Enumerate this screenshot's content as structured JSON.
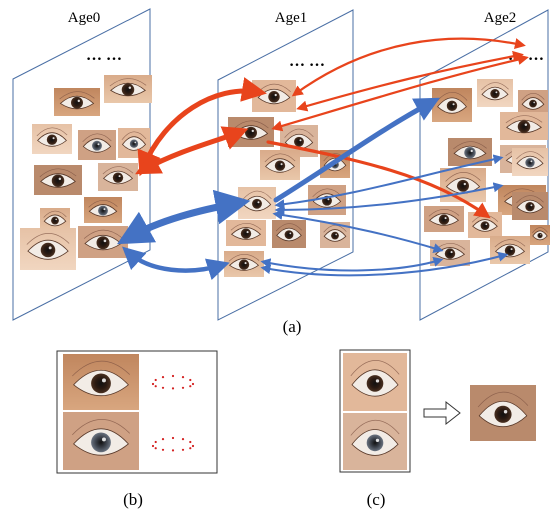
{
  "panel_a": {
    "planes": [
      {
        "label": "Age0",
        "ellipsis": "… …"
      },
      {
        "label": "Age1",
        "ellipsis": "… …"
      },
      {
        "label": "Age2",
        "ellipsis": "… …"
      }
    ],
    "caption": "(a)"
  },
  "panel_b": {
    "caption": "(b)"
  },
  "panel_c": {
    "caption": "(c)"
  },
  "colors": {
    "plane_edge": "#4a6fa5",
    "arrow_red": "#e8441c",
    "arrow_blue": "#4472c4",
    "dot_red": "#d42020",
    "skin_light": "#e8c4a4",
    "skin_dark": "#b07850"
  }
}
